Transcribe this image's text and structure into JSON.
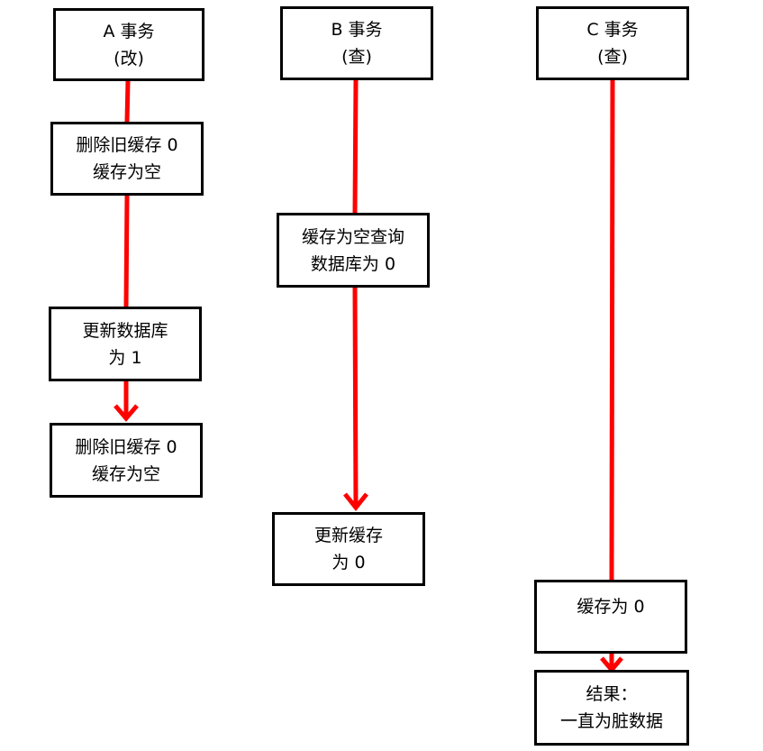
{
  "colors": {
    "line": "#ff0000",
    "border": "#000000",
    "background": "#ffffff"
  },
  "columns": {
    "a": {
      "header": [
        "A 事务",
        "(改)"
      ],
      "delete_first": [
        "删除旧缓存 0",
        "缓存为空"
      ],
      "update_db": [
        "更新数据库",
        "为 1"
      ],
      "delete_second": [
        "删除旧缓存 0",
        "缓存为空"
      ]
    },
    "b": {
      "header": [
        "B 事务",
        "(查)"
      ],
      "query": [
        "缓存为空查询",
        "数据库为 0"
      ],
      "update_cache": [
        "更新缓存",
        "为 0"
      ]
    },
    "c": {
      "header": [
        "C 事务",
        "(查)"
      ],
      "cache": [
        "缓存为 0"
      ],
      "result": [
        "结果：",
        "一直为脏数据"
      ]
    }
  }
}
